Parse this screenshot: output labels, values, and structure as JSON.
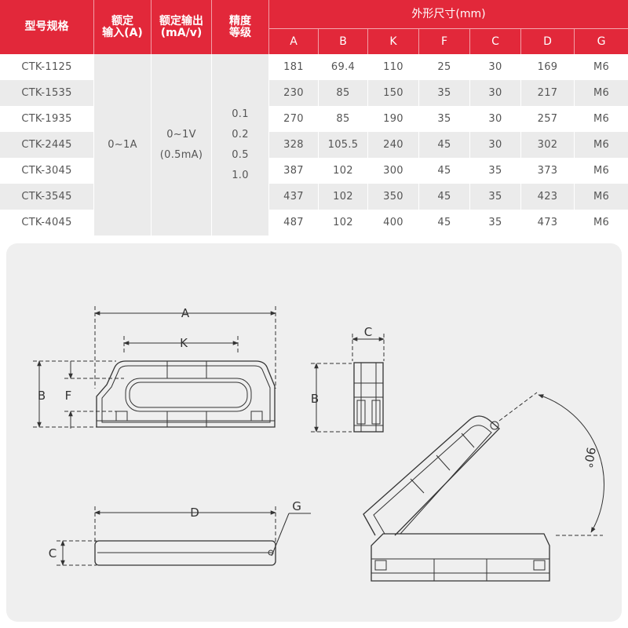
{
  "table": {
    "headers": {
      "model": "型号规格",
      "input_line1": "额定",
      "input_line2": "输入(A)",
      "output_line1": "额定输出",
      "output_line2": "(mA/v)",
      "accuracy_line1": "精度",
      "accuracy_line2": "等级",
      "dimensions_group": "外形尺寸(mm)",
      "dim_cols": [
        "A",
        "B",
        "K",
        "F",
        "C",
        "D",
        "G"
      ]
    },
    "rows": [
      {
        "model": "CTK-1125",
        "A": "181",
        "B": "69.4",
        "K": "110",
        "F": "25",
        "C": "30",
        "D": "169",
        "G": "M6"
      },
      {
        "model": "CTK-1535",
        "A": "230",
        "B": "85",
        "K": "150",
        "F": "35",
        "C": "30",
        "D": "217",
        "G": "M6"
      },
      {
        "model": "CTK-1935",
        "A": "270",
        "B": "85",
        "K": "190",
        "F": "35",
        "C": "30",
        "D": "257",
        "G": "M6"
      },
      {
        "model": "CTK-2445",
        "A": "328",
        "B": "105.5",
        "K": "240",
        "F": "45",
        "C": "30",
        "D": "302",
        "G": "M6"
      },
      {
        "model": "CTK-3045",
        "A": "387",
        "B": "102",
        "K": "300",
        "F": "45",
        "C": "35",
        "D": "373",
        "G": "M6"
      },
      {
        "model": "CTK-3545",
        "A": "437",
        "B": "102",
        "K": "350",
        "F": "45",
        "C": "35",
        "D": "423",
        "G": "M6"
      },
      {
        "model": "CTK-4045",
        "A": "487",
        "B": "102",
        "K": "400",
        "F": "45",
        "C": "35",
        "D": "473",
        "G": "M6"
      }
    ],
    "merged": {
      "input": "0~1A",
      "output_line1": "0~1V",
      "output_line2": "(0.5mA)",
      "accuracy": [
        "0.1",
        "0.2",
        "0.5",
        "1.0"
      ]
    }
  },
  "drawing": {
    "labels": {
      "A": "A",
      "K": "K",
      "B_front": "B",
      "F": "F",
      "C_side": "C",
      "B_side": "B",
      "D": "D",
      "G": "G",
      "C_bottom": "C",
      "angle": "90°"
    },
    "colors": {
      "header_red": "#e2283a",
      "row_alt": "#ebebeb",
      "panel": "#efefef",
      "line": "#333333"
    }
  }
}
